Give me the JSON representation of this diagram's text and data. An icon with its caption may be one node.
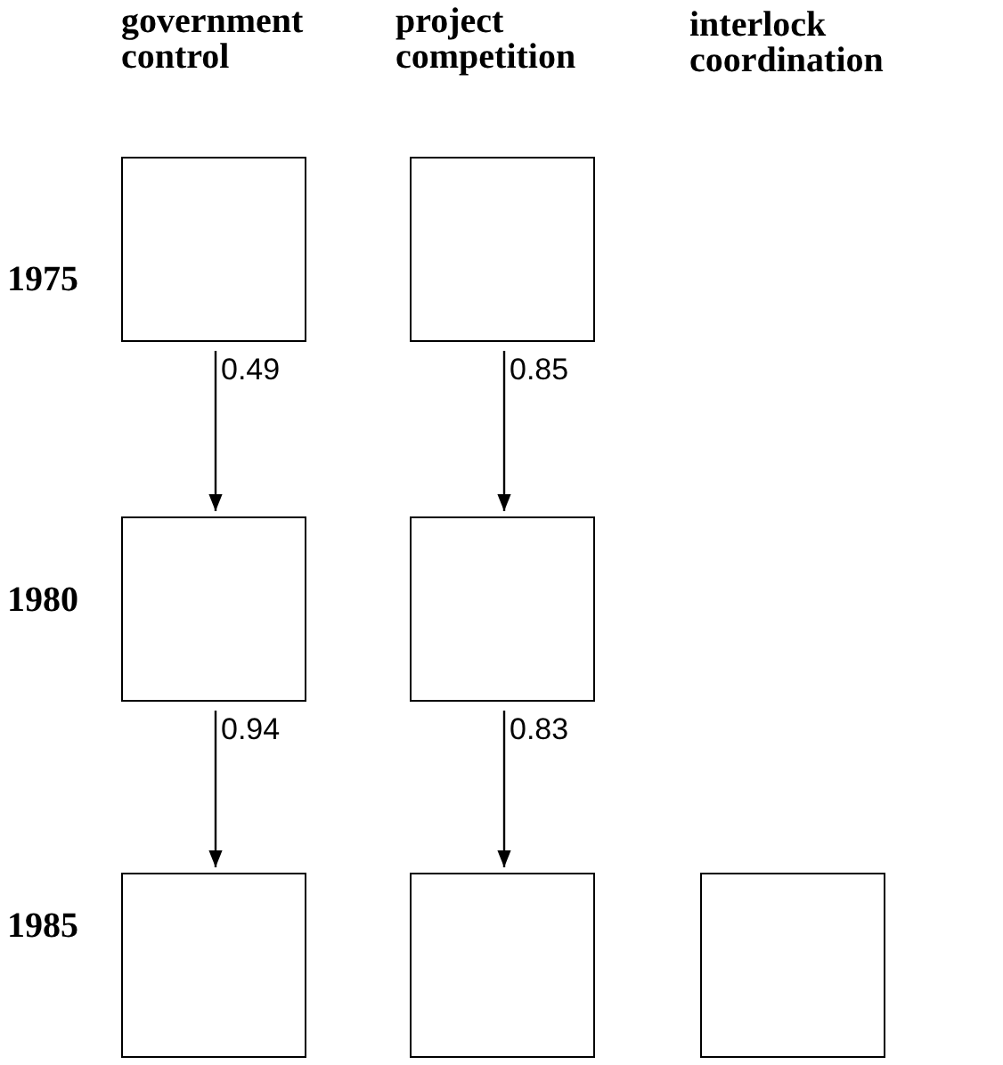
{
  "diagram": {
    "nodes": [
      {
        "text": [],
        "shape": "box"
      },
      {
        "text": [],
        "shape": "box"
      },
      {
        "text": [],
        "shape": "box"
      },
      {
        "text": [],
        "shape": "box"
      },
      {
        "text": [],
        "shape": "box"
      },
      {
        "text": [],
        "shape": "box"
      },
      {
        "text": [],
        "shape": "box"
      }
    ],
    "edges": [
      {
        "from": 0,
        "to": 2,
        "arrow": "to",
        "label": "0.49"
      },
      {
        "from": 1,
        "to": 3,
        "arrow": "to",
        "label": "0.85"
      },
      {
        "from": 2,
        "to": 4,
        "arrow": "to",
        "label": "0.94"
      },
      {
        "from": 3,
        "to": 5,
        "arrow": "to",
        "label": "0.83"
      }
    ],
    "labels": [
      "government control",
      "project competition",
      "interlock coordination",
      "1975",
      "1980",
      "1985"
    ]
  }
}
